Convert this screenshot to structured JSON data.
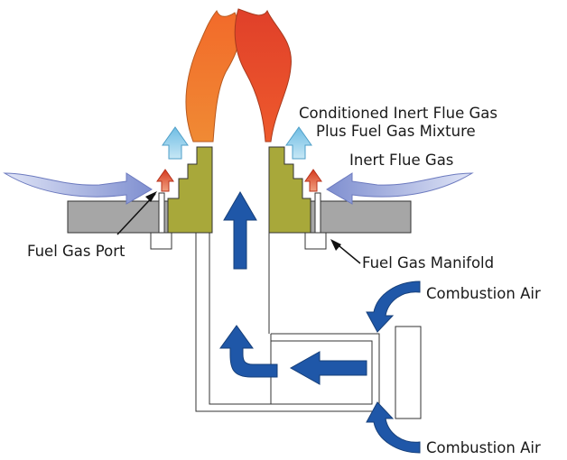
{
  "labels": {
    "flue_mixture_line1": "Conditioned Inert Flue Gas",
    "flue_mixture_line2": "Plus Fuel Gas Mixture",
    "inert_flue_gas": "Inert Flue Gas",
    "fuel_gas_port": "Fuel Gas Port",
    "fuel_gas_manifold": "Fuel Gas Manifold",
    "combustion_air_top": "Combustion Air",
    "combustion_air_bottom": "Combustion Air"
  },
  "colors": {
    "flame_left": "#f07a2c",
    "flame_right": "#e8502a",
    "refractory_tile": "#a8a83a",
    "burner_plate": "#a6a6a6",
    "combustion_air_arrow": "#1f57a8",
    "inert_flue_arrow": "#8d9dd6",
    "mixture_arrow": "#8ccce8",
    "fuel_jet_arrow": "#e04a28"
  }
}
